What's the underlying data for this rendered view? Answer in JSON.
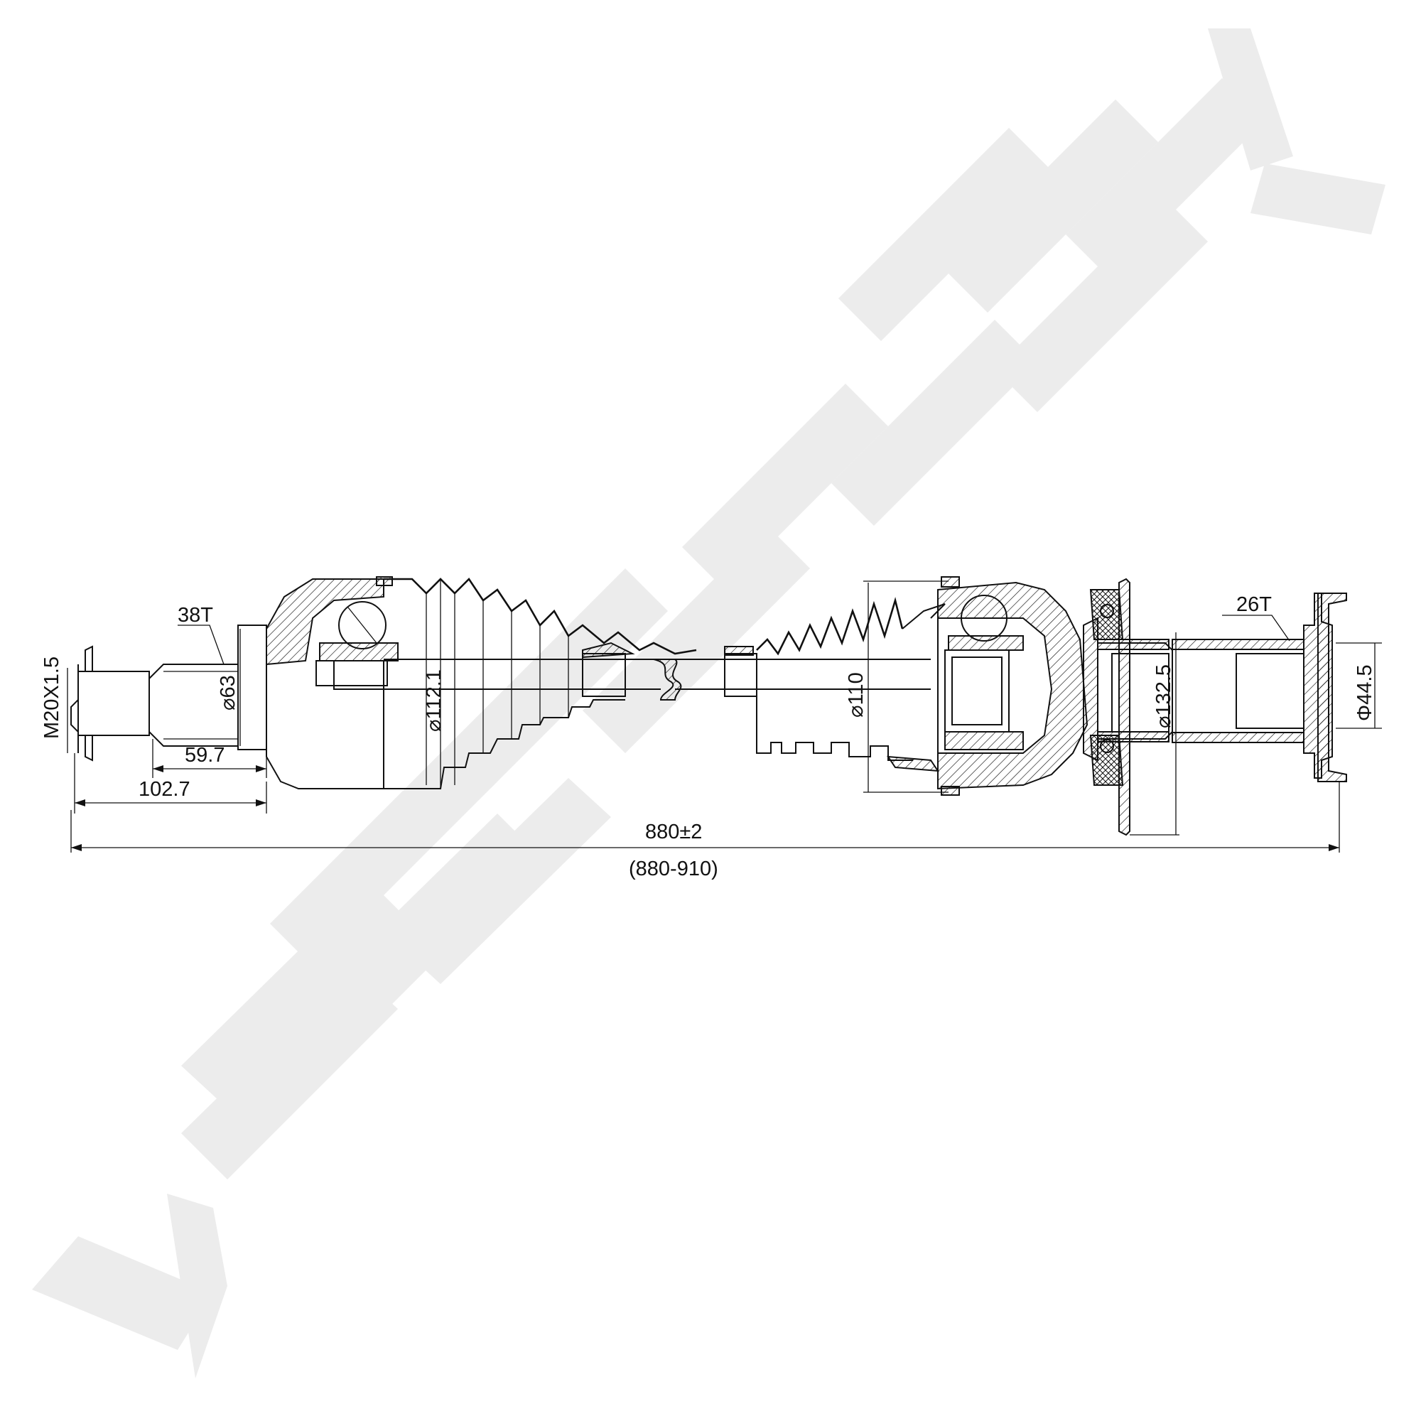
{
  "watermark": {
    "brand_text": "ZENNEK",
    "color": "#ececec"
  },
  "drawing": {
    "line_color": "#111111",
    "labels": {
      "thread": "M20X1.5",
      "outer_spline_teeth": "38T",
      "outer_shaft_diameter": "⌀63",
      "outer_boot_diameter": "⌀112.1",
      "inner_boot_diameter": "⌀110",
      "inner_flange_diameter": "⌀132.5",
      "inner_spline_teeth": "26T",
      "inner_shaft_diameter": "Φ44.5",
      "stub_length": "59.7",
      "outer_length": "102.7",
      "total_length": "880±2",
      "length_range": "(880-910)"
    }
  }
}
